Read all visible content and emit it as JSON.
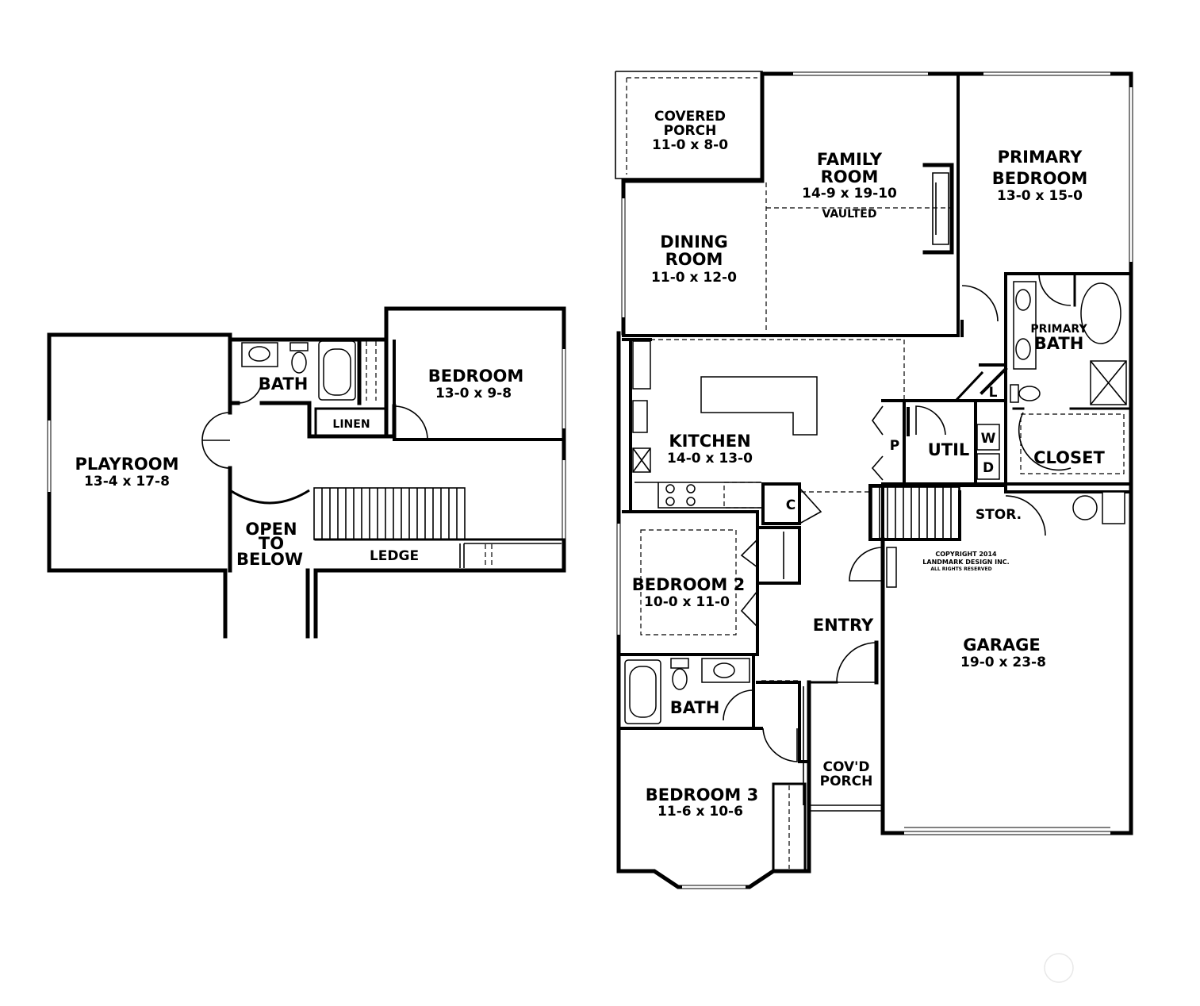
{
  "upper_floor": {
    "playroom": {
      "name": "PLAYROOM",
      "dim": "13-4 x 17-8"
    },
    "bath": {
      "name": "BATH"
    },
    "linen": {
      "name": "LINEN"
    },
    "bedroom": {
      "name": "BEDROOM",
      "dim": "13-0 x 9-8"
    },
    "open_to_below": {
      "line1": "OPEN",
      "line2": "TO",
      "line3": "BELOW"
    },
    "ledge": {
      "name": "LEDGE"
    }
  },
  "main_floor": {
    "covered_porch": {
      "line1": "COVERED",
      "line2": "PORCH",
      "dim": "11-0 x 8-0"
    },
    "family_room": {
      "line1": "FAMILY",
      "line2": "ROOM",
      "dim": "14-9 x 19-10",
      "note": "VAULTED"
    },
    "primary_bedroom": {
      "line1": "PRIMARY",
      "line2": "BEDROOM",
      "dim": "13-0 x 15-0"
    },
    "dining_room": {
      "line1": "DINING",
      "line2": "ROOM",
      "dim": "11-0 x 12-0"
    },
    "primary_bath": {
      "line1": "PRIMARY",
      "line2": "BATH"
    },
    "linen_l": "L",
    "pantry_p": "P",
    "kitchen": {
      "name": "KITCHEN",
      "dim": "14-0 x 13-0"
    },
    "util": {
      "name": "UTIL",
      "washer": "W",
      "dryer": "D"
    },
    "closet": {
      "name": "CLOSET"
    },
    "coat_c": "C",
    "storage": {
      "name": "STOR."
    },
    "bedroom2": {
      "name": "BEDROOM 2",
      "dim": "10-0 x 11-0"
    },
    "entry": {
      "name": "ENTRY"
    },
    "garage": {
      "name": "GARAGE",
      "dim": "19-0 x 23-8"
    },
    "bath": {
      "name": "BATH"
    },
    "covd_porch": {
      "line1": "COV'D",
      "line2": "PORCH"
    },
    "bedroom3": {
      "name": "BEDROOM 3",
      "dim": "11-6 x 10-6"
    },
    "copyright": {
      "line1": "COPYRIGHT 2014",
      "line2": "LANDMARK DESIGN INC.",
      "line3": "ALL RIGHTS RESERVED"
    }
  }
}
